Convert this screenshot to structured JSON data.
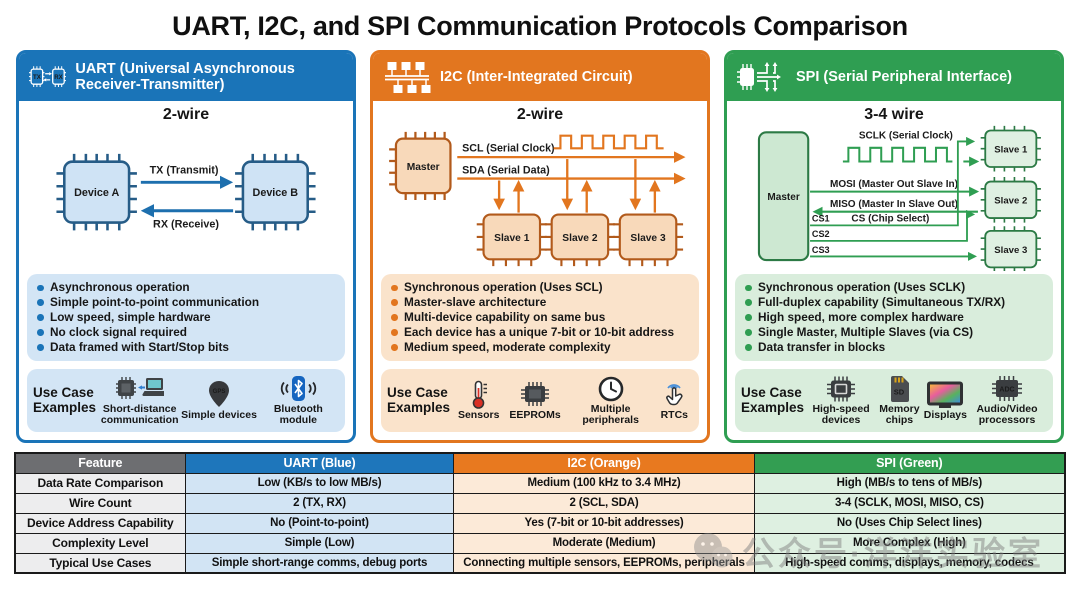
{
  "title": "UART, I2C, and SPI Communication Protocols Comparison",
  "colors": {
    "uart_blue": "#1a74b8",
    "i2c_orange": "#e2761f",
    "spi_green": "#2f9e52"
  },
  "panels": {
    "uart": {
      "title": "UART (Universal Asynchronous Receiver-Transmitter)",
      "header_icon": "uart-tx-rx-chips-icon",
      "icon_labels": {
        "tx": "TX",
        "rx": "RX"
      },
      "wire_label": "2-wire",
      "diagram": {
        "device_a": "Device A",
        "device_b": "Device B",
        "tx_line": "TX (Transmit)",
        "rx_line": "RX (Receive)"
      },
      "bullets": [
        "Asynchronous operation",
        "Simple point-to-point communication",
        "Low speed, simple hardware",
        "No clock signal required",
        "Data framed with Start/Stop bits"
      ],
      "use_case_label": "Use Case Examples",
      "use_cases": [
        {
          "icon": "chip-laptop-icon",
          "label": "Short-distance communication"
        },
        {
          "icon": "gps-pin-icon",
          "icon_text": "GPS",
          "label": "Simple devices"
        },
        {
          "icon": "bluetooth-icon",
          "label": "Bluetooth module"
        }
      ]
    },
    "i2c": {
      "title": "I2C (Inter-Integrated Circuit)",
      "header_icon": "bus-network-icon",
      "wire_label": "2-wire",
      "diagram": {
        "master": "Master",
        "scl_line": "SCL (Serial Clock)",
        "sda_line": "SDA (Serial Data)",
        "slaves": [
          "Slave 1",
          "Slave 2",
          "Slave 3"
        ]
      },
      "bullets": [
        "Synchronous operation (Uses SCL)",
        "Master-slave architecture",
        "Multi-device capability on same bus",
        "Each device has a unique 7-bit or 10-bit address",
        "Medium speed, moderate complexity"
      ],
      "use_case_label": "Use Case Examples",
      "use_cases": [
        {
          "icon": "thermometer-icon",
          "label": "Sensors"
        },
        {
          "icon": "eeprom-chip-icon",
          "label": "EEPROMs"
        },
        {
          "icon": "clock-icon",
          "label": "Multiple peripherals"
        },
        {
          "icon": "tap-hand-icon",
          "label": "RTCs"
        }
      ]
    },
    "spi": {
      "title": "SPI (Serial Peripheral Interface)",
      "header_icon": "chip-fanout-icon",
      "wire_label": "3-4 wire",
      "diagram": {
        "master": "Master",
        "sclk_line": "SCLK (Serial Clock)",
        "mosi_line": "MOSI (Master Out Slave In)",
        "miso_line": "MISO (Master In Slave Out)",
        "cs_line": "CS (Chip Select)",
        "cs1": "CS1",
        "cs2": "CS2",
        "cs3": "CS3",
        "slaves": [
          "Slave 1",
          "Slave 2",
          "Slave 3"
        ]
      },
      "bullets": [
        "Synchronous operation (Uses SCLK)",
        "Full-duplex capability (Simultaneous TX/RX)",
        "High speed, more complex hardware",
        "Single Master, Multiple Slaves (via CS)",
        "Data transfer in blocks"
      ],
      "use_case_label": "Use Case Examples",
      "use_cases": [
        {
          "icon": "high-speed-chip-icon",
          "label": "High-speed devices"
        },
        {
          "icon": "sd-card-icon",
          "icon_text": "SD",
          "label": "Memory chips"
        },
        {
          "icon": "display-icon",
          "label": "Displays"
        },
        {
          "icon": "adc-chip-icon",
          "icon_text": "ADC",
          "label": "Audio/Video processors"
        }
      ]
    }
  },
  "table": {
    "headers": [
      "Feature",
      "UART (Blue)",
      "I2C (Orange)",
      "SPI (Green)"
    ],
    "rows": [
      [
        "Data Rate Comparison",
        "Low (KB/s to low MB/s)",
        "Medium (100 kHz to 3.4 MHz)",
        "High (MB/s to tens of MB/s)"
      ],
      [
        "Wire Count",
        "2 (TX, RX)",
        "2 (SCL, SDA)",
        "3-4 (SCLK, MOSI, MISO, CS)"
      ],
      [
        "Device Address Capability",
        "No (Point-to-point)",
        "Yes (7-bit or 10-bit addresses)",
        "No (Uses Chip Select lines)"
      ],
      [
        "Complexity Level",
        "Simple (Low)",
        "Moderate (Medium)",
        "More Complex (High)"
      ],
      [
        "Typical Use Cases",
        "Simple short-range comms, debug ports",
        "Connecting multiple sensors, EEPROMs, peripherals",
        "High-speed comms, displays, memory, codecs"
      ]
    ]
  },
  "watermark": "公众号·洋洋实验室"
}
